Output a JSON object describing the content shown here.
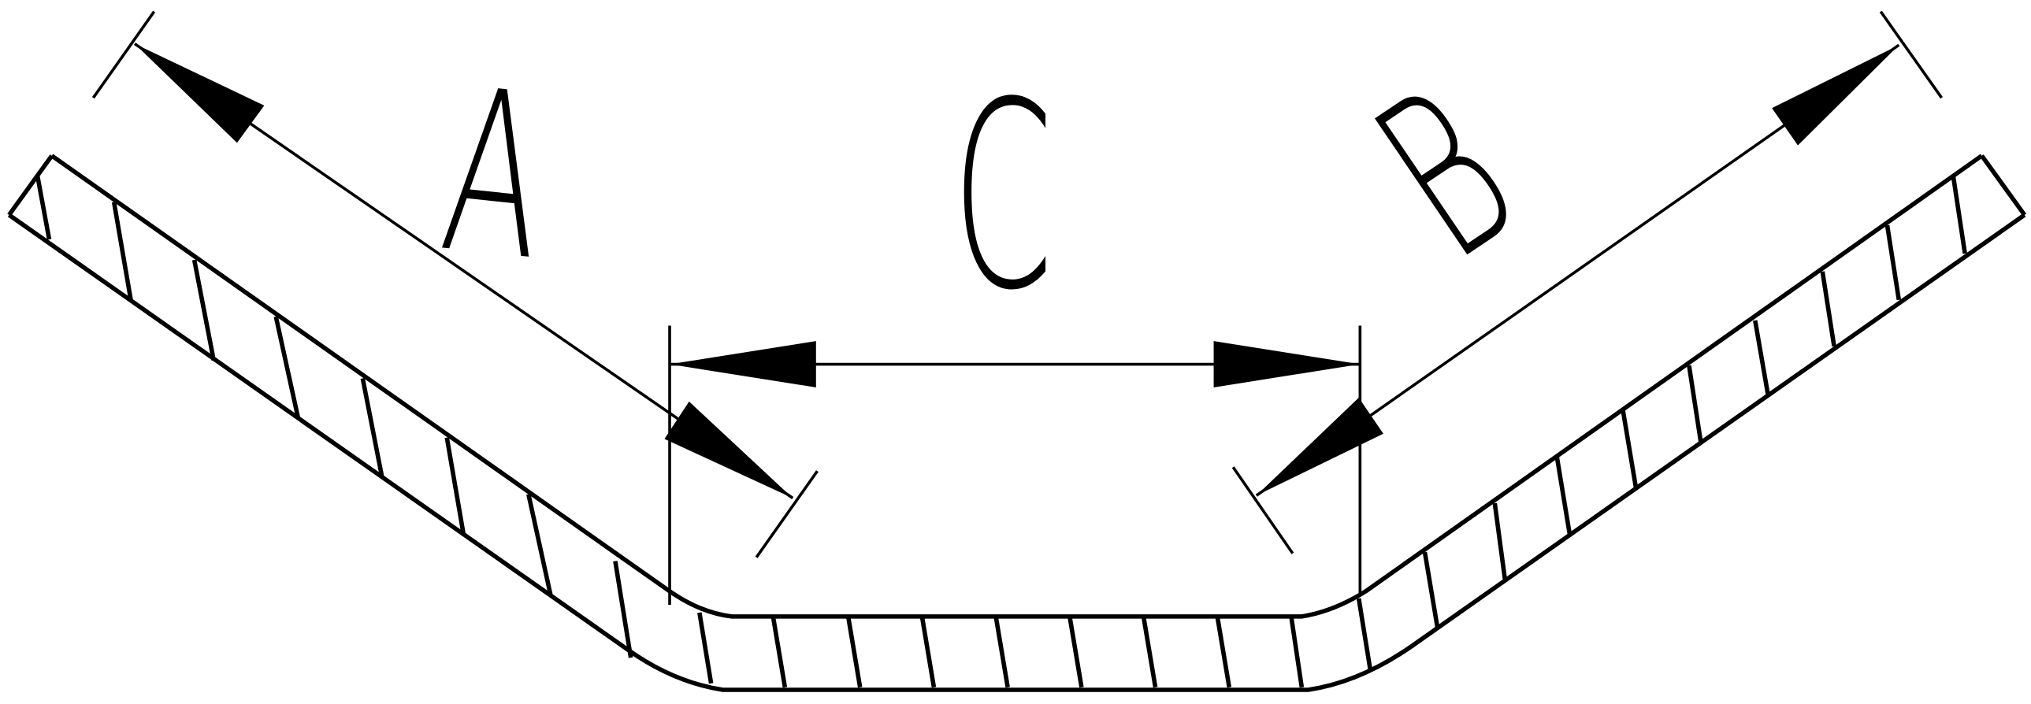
{
  "diagram": {
    "type": "bent-channel-dimension-drawing",
    "labels": {
      "a": "A",
      "b": "B",
      "c": "C"
    },
    "colors": {
      "line": "#000000",
      "fill": "#ffffff"
    }
  }
}
